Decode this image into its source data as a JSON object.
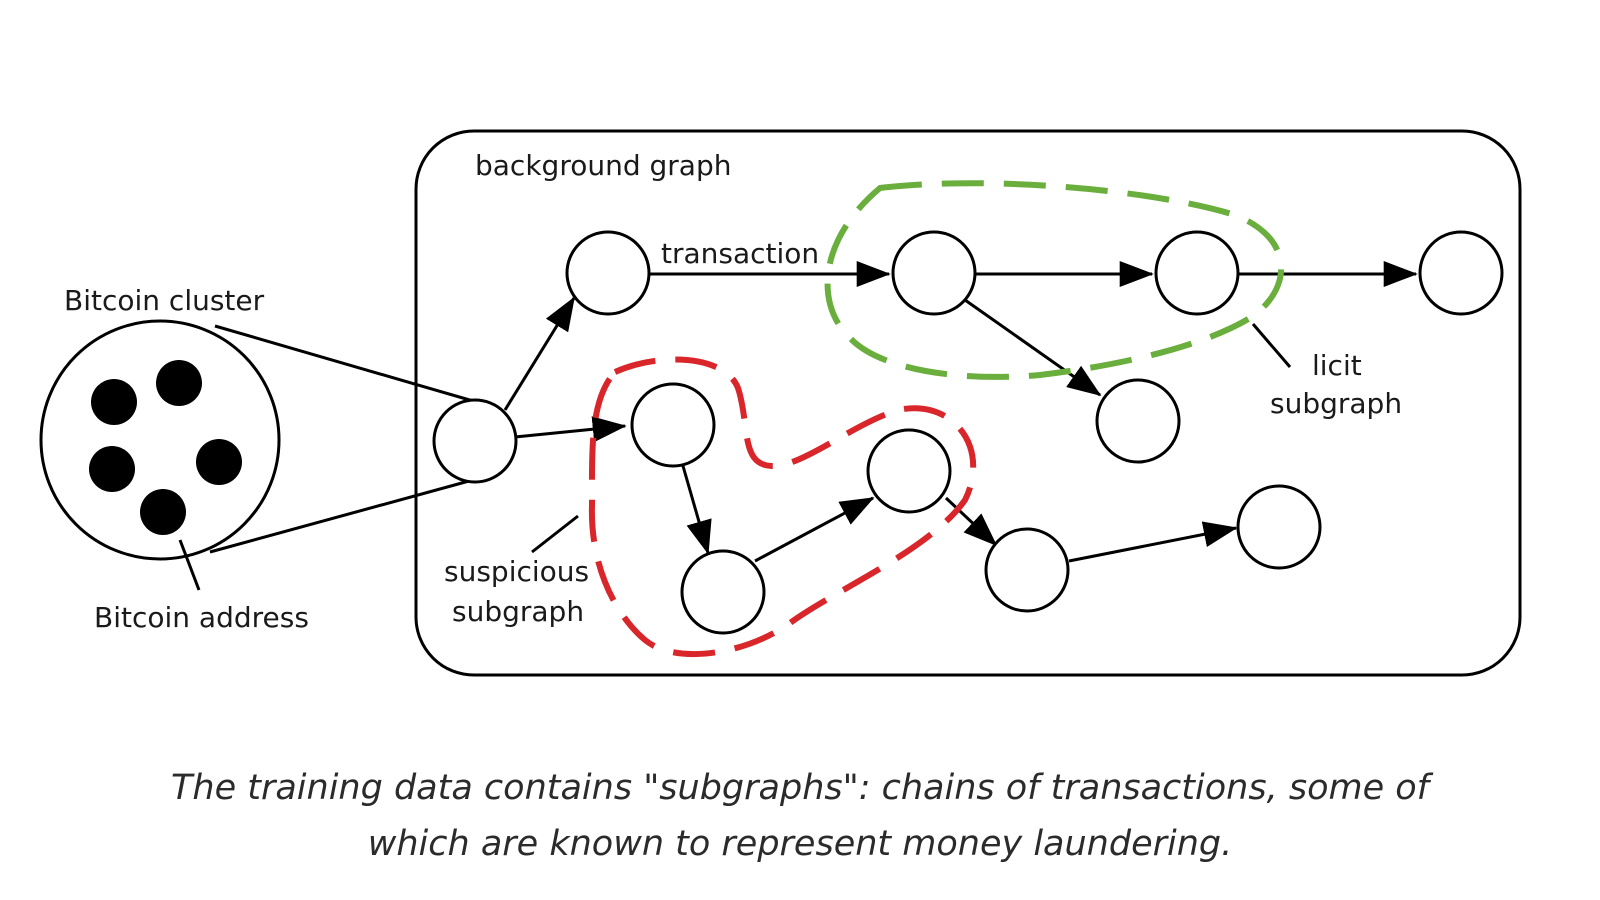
{
  "diagram": {
    "labels": {
      "background_graph": "background graph",
      "transaction": "transaction",
      "bitcoin_cluster": "Bitcoin cluster",
      "bitcoin_address": "Bitcoin address",
      "licit_line1": "licit",
      "licit_line2": "subgraph",
      "suspicious_line1": "suspicious",
      "suspicious_line2": "subgraph"
    },
    "colors": {
      "licit_outline": "#6aaf3d",
      "suspicious_outline": "#d9262b",
      "stroke": "#000000",
      "address_dot": "#000000"
    }
  },
  "caption": {
    "line1": "The training data contains \"subgraphs\": chains of transactions, some of",
    "line2": "which are known to represent money laundering."
  }
}
